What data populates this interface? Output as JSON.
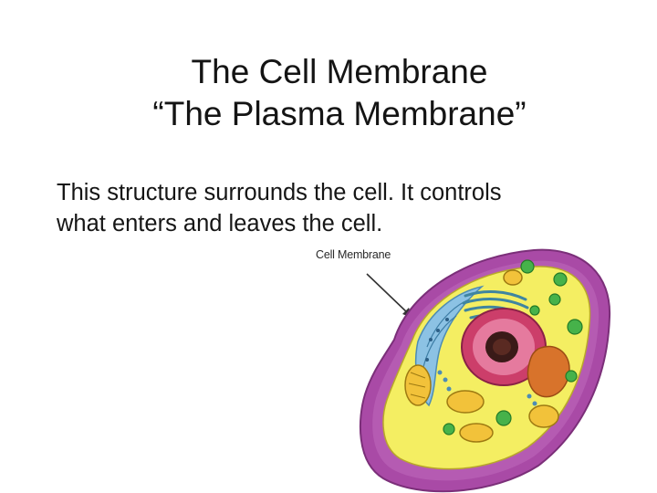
{
  "slide": {
    "title_line1": "The Cell Membrane",
    "title_line2": "“The Plasma Membrane”",
    "body_line1": "This structure surrounds the cell.  It controls",
    "body_line2": "what enters and leaves the cell."
  },
  "diagram": {
    "label": "Cell Membrane",
    "colors": {
      "membrane": "#a94aa6",
      "membrane_inner": "#c069bb",
      "cytoplasm": "#f4ee62",
      "nucleus_outer": "#cc3e6a",
      "nucleus_inner": "#e57a9e",
      "nucleolus": "#3a1a18",
      "er": "#7fb6d8",
      "golgi": "#3f85a0",
      "mitochondria": "#f2c23a",
      "organelle_green": "#46b24a",
      "smooth_er": "#d8732b"
    }
  }
}
